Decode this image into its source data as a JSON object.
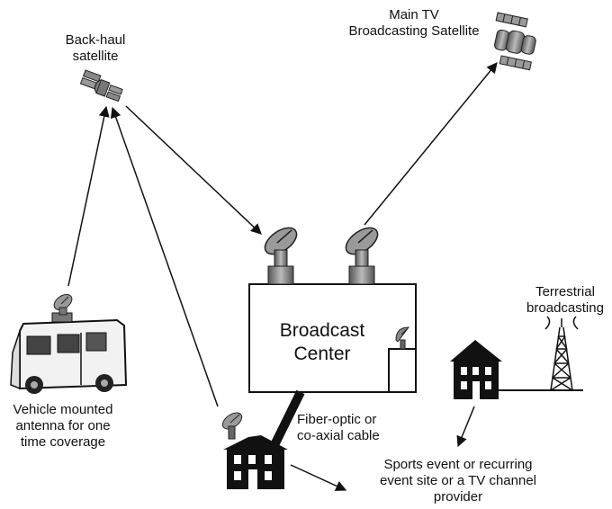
{
  "labels": {
    "backhaul_satellite": "Back-haul\nsatellite",
    "main_satellite": "Main TV\nBroadcasting Satellite",
    "broadcast_center": "Broadcast\nCenter",
    "terrestrial": "Terrestrial\nbroadcasting",
    "vehicle": "Vehicle mounted\nantenna for one\ntime coverage",
    "cable": "Fiber-optic or\nco-axial cable",
    "event_site": "Sports event or recurring\nevent site or a TV channel\nprovider"
  }
}
